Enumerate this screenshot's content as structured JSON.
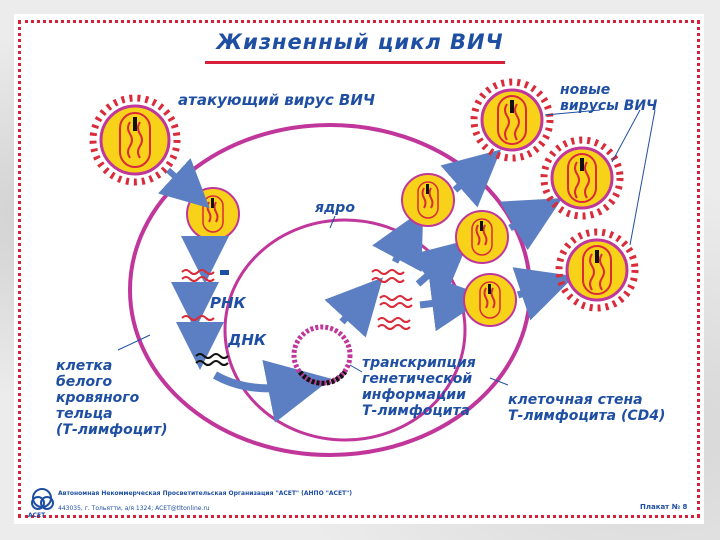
{
  "title": "Жизненный цикл ВИЧ",
  "labels": {
    "attacking_virus": "атакующий вирус ВИЧ",
    "new_viruses_line1": "новые",
    "new_viruses_line2": "вирусы ВИЧ",
    "nucleus": "ядро",
    "rna": "РНК",
    "dna": "ДНК",
    "cell_line1": "клетка",
    "cell_line2": "белого",
    "cell_line3": "кровяного",
    "cell_line4": "тельца",
    "cell_line5": "(Т-лимфоцит)",
    "transcription_line1": "транскрипция",
    "transcription_line2": "генетической",
    "transcription_line3": "информации",
    "transcription_line4": "Т-лимфоцита",
    "cell_wall_line1": "клеточная стена",
    "cell_wall_line2": "Т-лимфоцита (CD4)"
  },
  "footer": {
    "organization": "Автономная Некоммерческая Просветительская Организация \"АСЕТ\" (АНПО \"АСЕТ\")",
    "address": "443035, г. Тольятти, а/я 1324; ACET@tltonline.ru",
    "poster_number": "Плакат № 8",
    "logo_text": "АСЕТ"
  },
  "colors": {
    "accent_blue": "#1f4fa3",
    "border_red": "#d6203a",
    "membrane_magenta": "#c0369a",
    "virus_yellow": "#f7d218",
    "virus_spikes": "#d92b3a",
    "arrow_blue": "#5b7fc2"
  }
}
